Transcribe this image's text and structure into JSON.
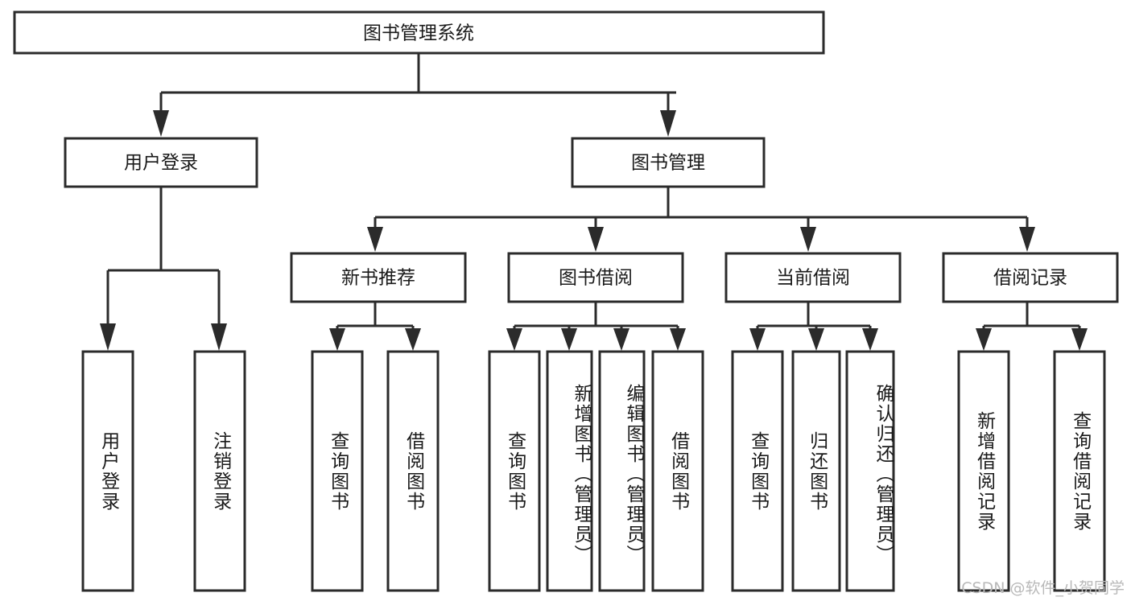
{
  "diagram": {
    "title": "图书管理系统",
    "type": "function-tree",
    "root": {
      "id": "root",
      "label": "图书管理系统"
    },
    "level2": [
      {
        "id": "user-login",
        "label": "用户登录"
      },
      {
        "id": "book-manage",
        "label": "图书管理"
      }
    ],
    "level3": [
      {
        "id": "new-book-rec",
        "label": "新书推荐",
        "parent": "book-manage"
      },
      {
        "id": "book-borrow",
        "label": "图书借阅",
        "parent": "book-manage"
      },
      {
        "id": "current-borrow",
        "label": "当前借阅",
        "parent": "book-manage"
      },
      {
        "id": "borrow-record",
        "label": "借阅记录",
        "parent": "book-manage"
      }
    ],
    "leaves": [
      {
        "id": "leaf-user-login",
        "label": "用户登录",
        "parent": "user-login"
      },
      {
        "id": "leaf-user-logout",
        "label": "注销登录",
        "parent": "user-login"
      },
      {
        "id": "leaf-query-book-1",
        "label": "查询图书",
        "parent": "new-book-rec"
      },
      {
        "id": "leaf-borrow-book-1",
        "label": "借阅图书",
        "parent": "new-book-rec"
      },
      {
        "id": "leaf-query-book-2",
        "label": "查询图书",
        "parent": "book-borrow"
      },
      {
        "id": "leaf-add-book",
        "label": "新增图书（管理员）",
        "parent": "book-borrow"
      },
      {
        "id": "leaf-edit-book",
        "label": "编辑图书（管理员）",
        "parent": "book-borrow"
      },
      {
        "id": "leaf-borrow-book-2",
        "label": "借阅图书",
        "parent": "book-borrow"
      },
      {
        "id": "leaf-query-book-3",
        "label": "查询图书",
        "parent": "current-borrow"
      },
      {
        "id": "leaf-return-book",
        "label": "归还图书",
        "parent": "current-borrow"
      },
      {
        "id": "leaf-confirm-return",
        "label": "确认归还（管理员）",
        "parent": "current-borrow"
      },
      {
        "id": "leaf-add-record",
        "label": "新增借阅记录",
        "parent": "borrow-record"
      },
      {
        "id": "leaf-query-record",
        "label": "查询借阅记录",
        "parent": "borrow-record"
      }
    ]
  },
  "watermark": {
    "text": "CSDN @软件_小贺同学"
  },
  "colors": {
    "stroke": "#2b2b2b",
    "fill": "#ffffff",
    "text": "#1a1a1a",
    "watermark": "#b9b9b9"
  }
}
